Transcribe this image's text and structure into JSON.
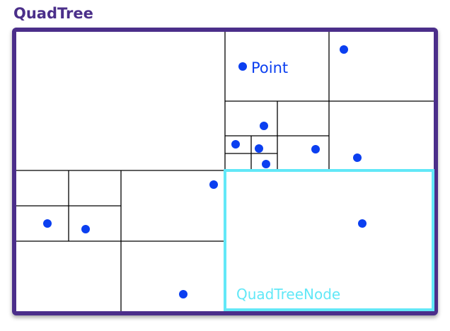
{
  "title": "QuadTree",
  "labels": {
    "point": "Point",
    "node": "QuadTreeNode"
  },
  "colors": {
    "title": "#4b2f8a",
    "frame": "#4b2f8a",
    "point": "#0b3ff0",
    "highlight": "#62e8f7",
    "node_label": "#62e8f7",
    "grid": "#000000"
  }
}
